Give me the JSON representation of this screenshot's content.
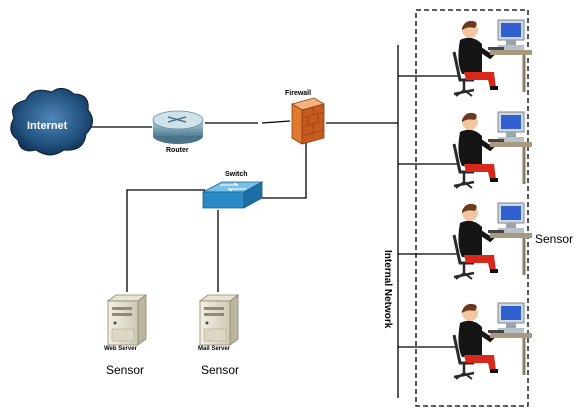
{
  "nodes": {
    "internet": "Internet",
    "router": "Router",
    "firewall": "Firewall",
    "switch": "Switch",
    "web_server": "Web Server",
    "mail_server": "Mail Server"
  },
  "network_label": "Internal Network",
  "sensor_labels": {
    "web": "Sensor",
    "mail": "Sensor",
    "internal": "Sensor"
  },
  "icons": [
    "cloud-icon",
    "router-icon",
    "firewall-icon",
    "switch-icon",
    "server-icon",
    "workstation-icon"
  ],
  "colors": {
    "cloud": "#1f4e79",
    "router": "#5f8fa6",
    "firewall": "#e07a2e",
    "switch": "#2b8bc6",
    "monitor": "#2f5fd0",
    "pants": "#d8281c"
  }
}
